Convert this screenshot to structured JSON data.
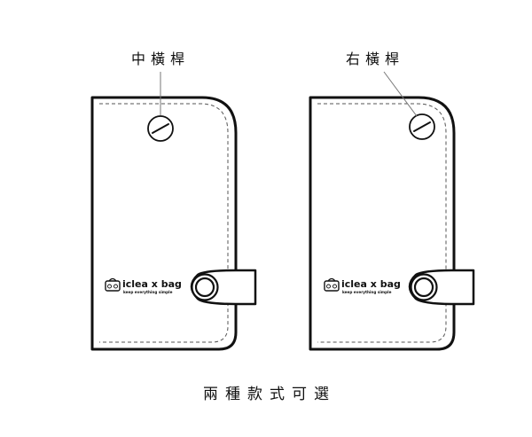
{
  "variants": [
    {
      "label": "中橫桿",
      "brand": "iclea x bag",
      "tagline": "keep everything simple",
      "logo_icon": "bag-icon"
    },
    {
      "label": "右橫桿",
      "brand": "iclea x bag",
      "tagline": "keep everything simple",
      "logo_icon": "bag-icon"
    }
  ],
  "caption": "兩種款式可選",
  "colors": {
    "line": "#111111",
    "stitch": "#555555",
    "background": "#ffffff"
  }
}
